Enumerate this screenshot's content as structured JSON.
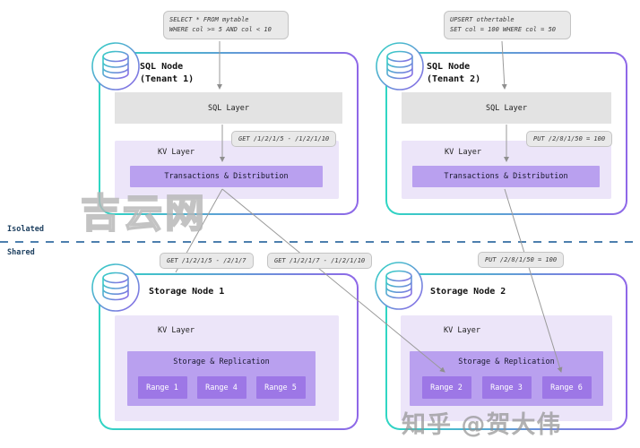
{
  "colors": {
    "node_border_teal": "#2fd6c3",
    "node_border_purple": "#8f67e8",
    "sql_layer_bg": "#e3e3e3",
    "kv_layer_bg": "#ece5f9",
    "band_bg": "#b9a0ef",
    "range_bg": "#9d77e6",
    "pill_bg": "#e9e9e9",
    "divider_blue": "#4d7fae",
    "divider_text": "#1e4060",
    "arrow_gray": "#9a9a9a"
  },
  "queries": {
    "tenant1_line1": "SELECT * FROM mytable",
    "tenant1_line2": "WHERE col >= 5 AND col < 10",
    "tenant2_line1": "UPSERT othertable",
    "tenant2_line2": "SET col = 100 WHERE col = 50"
  },
  "sql_nodes": [
    {
      "title1": "SQL Node",
      "title2": "(Tenant 1)",
      "sql_layer": "SQL Layer",
      "kv_layer": "KV Layer",
      "op": "GET /1/2/1/5 - /1/2/1/10",
      "band": "Transactions & Distribution"
    },
    {
      "title1": "SQL Node",
      "title2": "(Tenant 2)",
      "sql_layer": "SQL Layer",
      "kv_layer": "KV Layer",
      "op": "PUT /2/8/1/50 = 100",
      "band": "Transactions & Distribution"
    }
  ],
  "divider": {
    "above": "Isolated",
    "below": "Shared"
  },
  "routing_pills": [
    "GET /1/2/1/5 - /2/1/7",
    "GET /1/2/1/7 - /1/2/1/10",
    "PUT /2/8/1/50 = 100"
  ],
  "storage_nodes": [
    {
      "title": "Storage Node 1",
      "kv_layer": "KV Layer",
      "band": "Storage & Replication",
      "ranges": [
        "Range 1",
        "Range 4",
        "Range 5"
      ]
    },
    {
      "title": "Storage Node 2",
      "kv_layer": "KV Layer",
      "band": "Storage & Replication",
      "ranges": [
        "Range 2",
        "Range 3",
        "Range 6"
      ]
    }
  ],
  "watermarks": {
    "center_left": "吉云网",
    "bottom_right": "知乎 @贺大伟"
  }
}
